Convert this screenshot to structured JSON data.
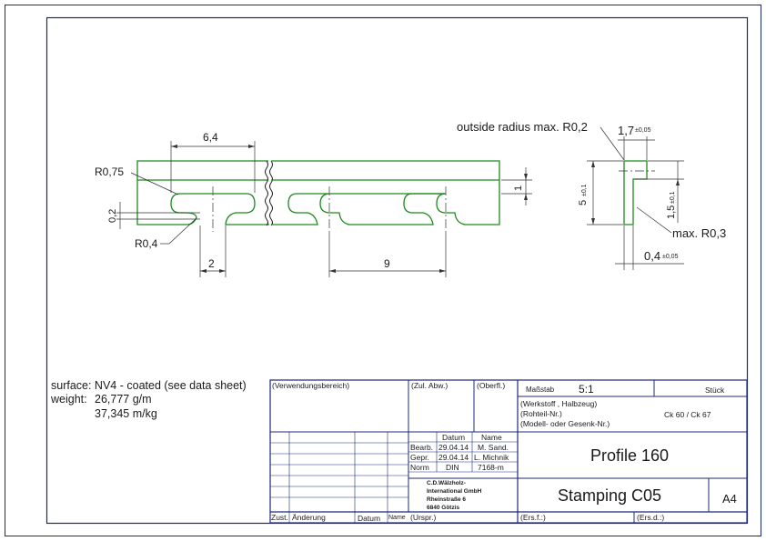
{
  "drawing": {
    "dims": {
      "w64": "6,4",
      "r075": "R0,75",
      "d02": "0,2",
      "r04": "R0,4",
      "d2": "2",
      "d9": "9",
      "d1": "1",
      "outside_radius": "outside radius max. R0,2",
      "d17": "1,7",
      "tol005": "±0,05",
      "d5": "5",
      "tol01": "±0,1",
      "d15": "1,5",
      "maxr03": "max. R0,3",
      "d04": "0,4"
    }
  },
  "notes": {
    "surface": "surface: NV4 - coated (see data sheet)",
    "weight_label": "weight:",
    "weight_gm": "26,777 g/m",
    "weight_mkg": "37,345 m/kg"
  },
  "title_block": {
    "verwendungsbereich": "(Verwendungsbereich)",
    "zul_abw": "(Zul. Abw.)",
    "oberfl": "(Oberfl.)",
    "massstab_label": "Maßstab",
    "massstab_value": "5:1",
    "stueck": "Stück",
    "werkstoff": "(Werkstoff , Halbzeug)",
    "rohteil": "(Rohteil-Nr.)",
    "modell": "(Modell- oder Gesenk-Nr.)",
    "material": "Ck 60 / Ck 67",
    "datum_header": "Datum",
    "name_header": "Name",
    "bearb_label": "Bearb.",
    "bearb_datum": "29.04.14",
    "bearb_name": "M. Sand.",
    "gepr_label": "Gepr.",
    "gepr_datum": "29.04.14",
    "gepr_name": "L. Michnik",
    "norm_label": "Norm",
    "norm_datum": "DIN",
    "norm_name": "7168-m",
    "company_1": "C.D.Wälzholz-",
    "company_2": "International GmbH",
    "company_3": "Rheinstraße 6",
    "company_4": "6840 Götzis",
    "title": "Profile 160",
    "subtitle": "Stamping C05",
    "format": "A4",
    "zust": "Zust.",
    "aenderung": "Änderung",
    "datum": "Datum",
    "name": "Name",
    "urspr": "(Urspr.)",
    "ersf": "(Ers.f.:)",
    "ersd": "(Ers.d.:)"
  }
}
